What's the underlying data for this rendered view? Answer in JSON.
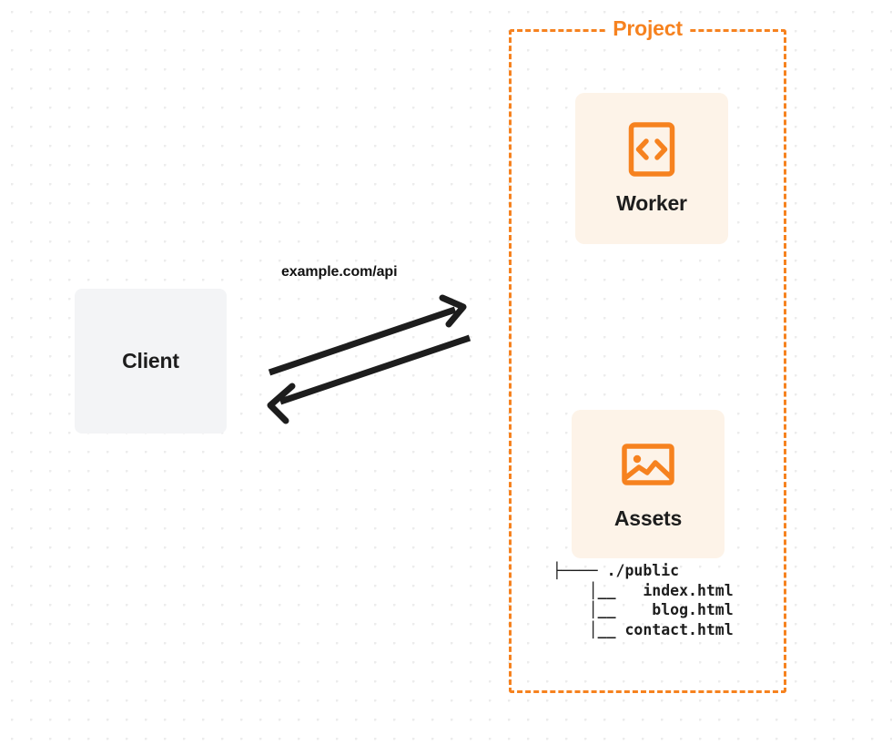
{
  "diagram": {
    "title": "Project",
    "background": {
      "style": "dot-grid",
      "dot_color": "#ececec",
      "page_color": "#ffffff"
    },
    "colors": {
      "accent_orange": "#f6821f",
      "card_fill": "#fdf3e8",
      "client_fill": "#f3f4f6",
      "text_dark": "#1d1d1d",
      "arrow": "#1d1d1d"
    },
    "client": {
      "label": "Client",
      "icon": "none"
    },
    "project": {
      "label": "Project",
      "border_style": "dashed",
      "nodes": [
        {
          "id": "worker",
          "label": "Worker",
          "icon": "code-brackets-icon"
        },
        {
          "id": "assets",
          "label": "Assets",
          "icon": "image-picture-icon"
        }
      ]
    },
    "file_tree": {
      "lines": [
        "├──── ./public",
        "    │__   index.html",
        "    │__    blog.html",
        "    │__ contact.html"
      ],
      "text": "├──── ./public\n    │__   index.html\n    │__    blog.html\n    │__ contact.html"
    },
    "connections": [
      {
        "id": "request",
        "label": "example.com/api",
        "from": "client",
        "to": "project",
        "direction": "right"
      },
      {
        "id": "response",
        "label": "",
        "from": "project",
        "to": "client",
        "direction": "left"
      }
    ],
    "edge_label": "example.com/api"
  }
}
